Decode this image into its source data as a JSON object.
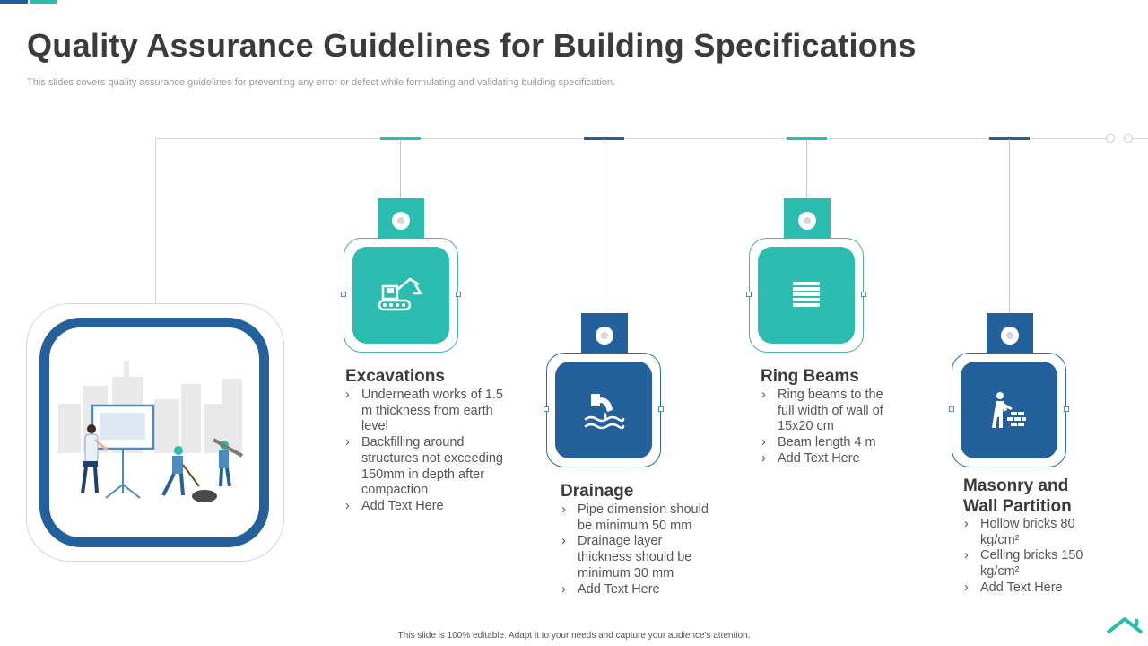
{
  "header": {
    "title": "Quality Assurance Guidelines for Building Specifications",
    "subtitle": "This slides covers quality assurance guidelines for preventing any error or defect while formulating and validating  building specification."
  },
  "footer": {
    "text": "This slide is 100% editable.  Adapt it to your needs and capture your audience's attention."
  },
  "colors": {
    "teal": "#2bbcb0",
    "blue": "#24609c",
    "text": "#3a3a3a"
  },
  "items": [
    {
      "title": "Excavations",
      "icon": "excavator-icon",
      "bullets": [
        "Underneath works of 1.5 m thickness from earth level",
        "Backfilling around structures not exceeding 150mm in depth after compaction",
        "Add Text Here"
      ]
    },
    {
      "title": "Drainage",
      "icon": "drainage-icon",
      "bullets": [
        "Pipe dimension should be minimum 50 mm",
        "Drainage layer thickness should be minimum 30 mm",
        "Add Text Here"
      ]
    },
    {
      "title": "Ring Beams",
      "icon": "beams-icon",
      "bullets": [
        "Ring beams to the full width of wall of 15x20 cm",
        "Beam length 4 m",
        "Add Text Here"
      ]
    },
    {
      "title": "Masonry and Wall Partition",
      "icon": "bricklayer-icon",
      "bullets": [
        "Hollow bricks 80 kg/cm²",
        "Celling bricks 150 kg/cm²",
        "Add Text Here"
      ]
    }
  ],
  "illustration": {
    "icon": "construction-workers-illustration"
  },
  "home": {
    "icon": "home-icon"
  }
}
